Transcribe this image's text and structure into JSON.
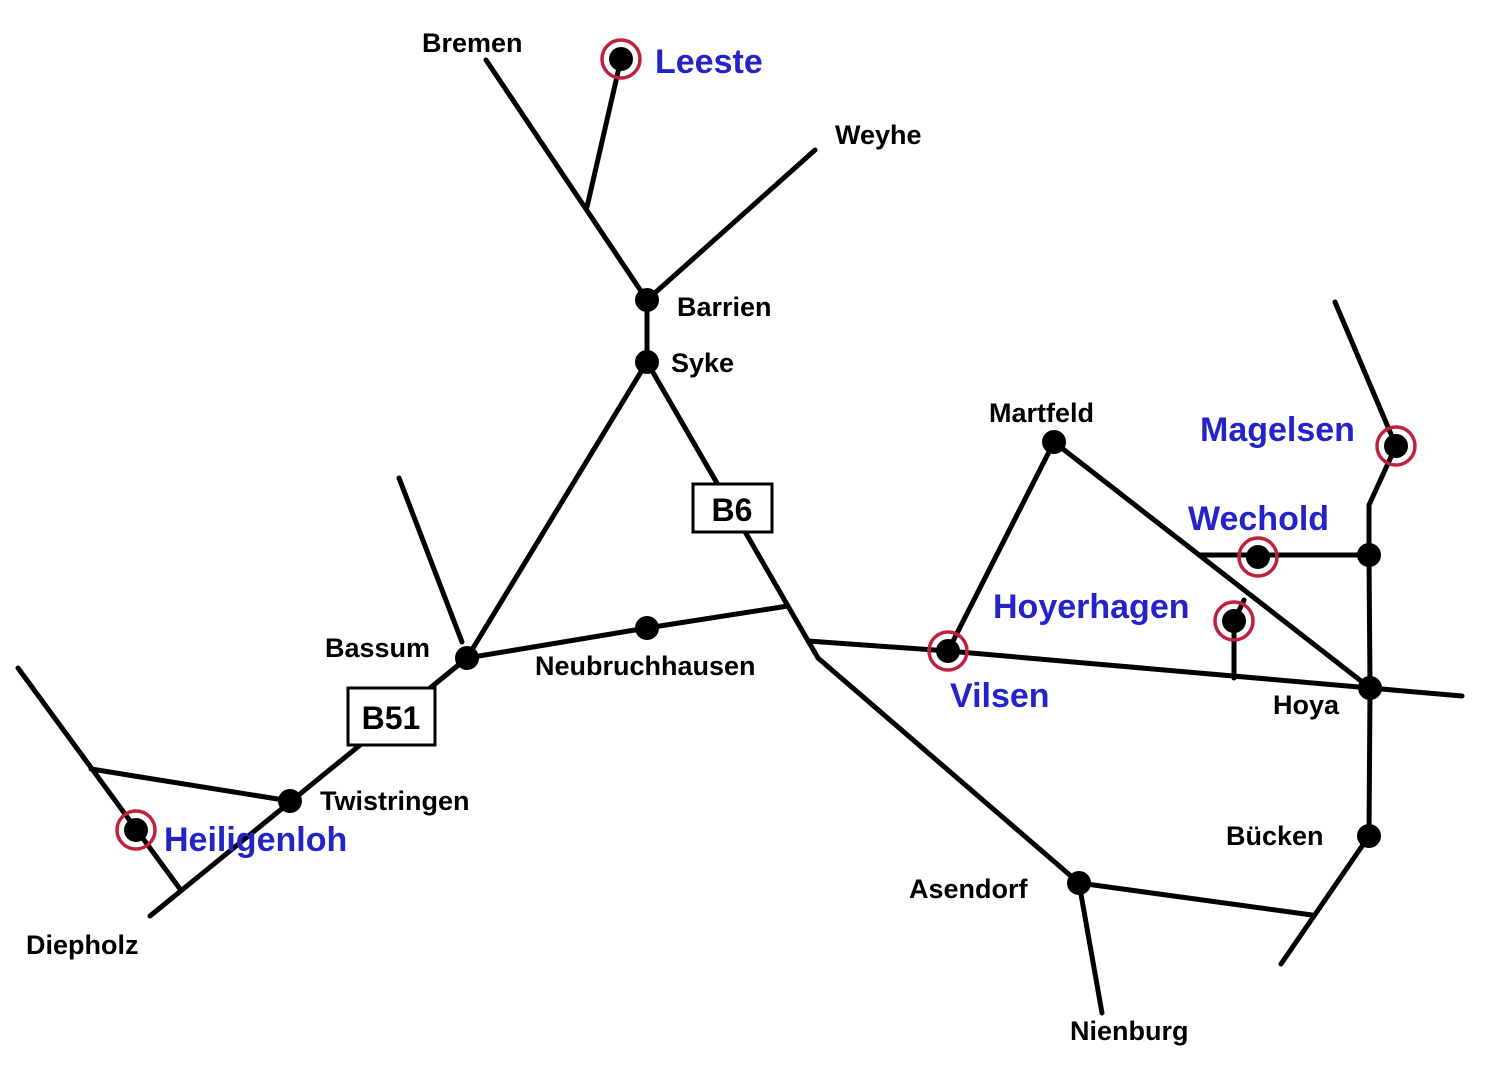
{
  "colors": {
    "road": "#000000",
    "highlight_text": "#2323c8",
    "highlight_ring": "#c0203a",
    "background": "#ffffff"
  },
  "roads": {
    "b6": "B6",
    "b51": "B51"
  },
  "places": {
    "bremen": "Bremen",
    "leeste": "Leeste",
    "weyhe": "Weyhe",
    "barrien": "Barrien",
    "syke": "Syke",
    "bassum": "Bassum",
    "neubruchhausen": "Neubruchhausen",
    "twistringen": "Twistringen",
    "heiligenloh": "Heiligenloh",
    "diepholz": "Diepholz",
    "martfeld": "Martfeld",
    "magelsen": "Magelsen",
    "wechold": "Wechold",
    "hoyerhagen": "Hoyerhagen",
    "vilsen": "Vilsen",
    "hoya": "Hoya",
    "buecken": "Bücken",
    "asendorf": "Asendorf",
    "nienburg": "Nienburg"
  }
}
